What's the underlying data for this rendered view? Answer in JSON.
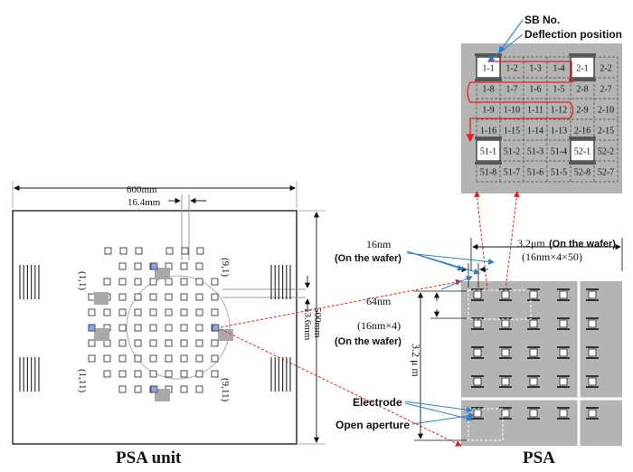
{
  "labels": {
    "psa_unit": "PSA  unit",
    "psa": "PSA",
    "sb_no": "SB No.",
    "deflection_position": "Deflection position",
    "dim_600": "600mm",
    "dim_16_4": "16.4mm",
    "dim_13_6": "13.6mm",
    "dim_500": "500mm",
    "corner_1_1": "(1,1)",
    "corner_9_1": "(9,1)",
    "corner_1_11": "(1,11)",
    "corner_9_11": "(9,11)",
    "dim_16nm": "16nm",
    "on_wafer_1": "(On the wafer)",
    "dim_64nm": "64nm",
    "dim_16x4": "(16nm×4)",
    "on_wafer_2": "(On the wafer)",
    "dim_3_2_top": "3.2μm",
    "on_wafer_3": "(On the wafer)",
    "dim_16x4x50": "(16nm×4×50)",
    "dim_3_2_side": "3.2 μ m",
    "electrode": "Electrode",
    "open_aperture": "Open aperture"
  },
  "grid_cells": [
    [
      "1-1",
      "1-2",
      "1-3",
      "1-4",
      "2-1",
      "2-2"
    ],
    [
      "1-8",
      "1-7",
      "1-6",
      "1-5",
      "2-8",
      "2-7"
    ],
    [
      "1-9",
      "1-10",
      "1-11",
      "1-12",
      "2-9",
      "2-10"
    ],
    [
      "1-16",
      "1-15",
      "1-14",
      "1-13",
      "2-16",
      "2-15"
    ],
    [
      "51-1",
      "51-2",
      "51-3",
      "51-4",
      "52-1",
      "52-2"
    ],
    [
      "51-8",
      "51-7",
      "51-6",
      "51-5",
      "52-8",
      "52-7"
    ]
  ],
  "colors": {
    "gray_panel": "#b4b4b4",
    "arrow_red": "#e02020",
    "arrow_blue": "#2a7fd0",
    "highlight_blue": "#8aa6e8",
    "spot_gray": "#a9a9a9"
  }
}
